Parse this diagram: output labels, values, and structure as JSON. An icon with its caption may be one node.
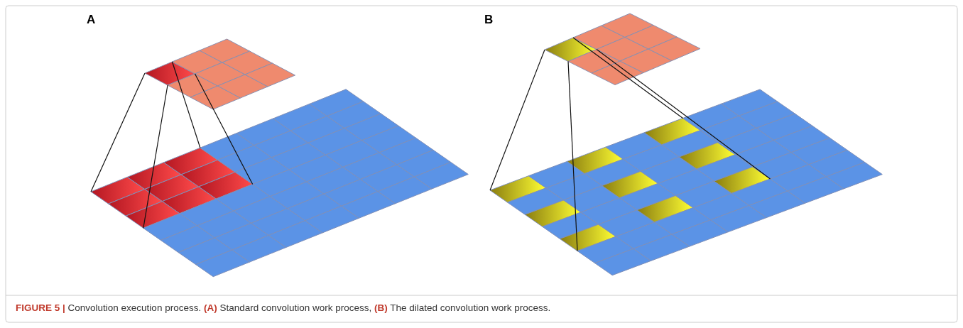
{
  "diagram": {
    "caption": "**FIGURE 5 |** Convolution execution process. **(A)** Standard convolution work process, **(B)** The dilated convolution work process.",
    "labels": [
      "A",
      "B"
    ]
  }
}
